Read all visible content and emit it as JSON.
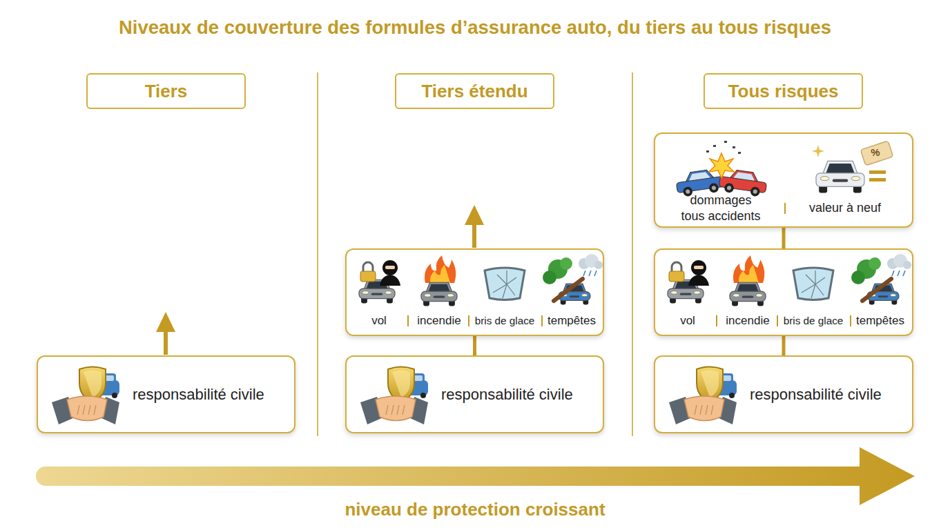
{
  "diagram": {
    "title": "Niveaux de couverture des formules d’assurance auto, du tiers au tous risques",
    "nodes": [
      {
        "text": [
          "Tiers"
        ]
      },
      {
        "text": [
          "responsabilité civile"
        ]
      },
      {
        "text": [
          "Tiers étendu"
        ]
      },
      {
        "text": [
          "vol",
          "incendie",
          "bris de glace",
          "tempêtes"
        ]
      },
      {
        "text": [
          "responsabilité civile"
        ]
      },
      {
        "text": [
          "Tous risques"
        ]
      },
      {
        "text": [
          "dommages tous accidents",
          "valeur à neuf"
        ]
      },
      {
        "text": [
          "vol",
          "incendie",
          "bris de glace",
          "tempêtes"
        ]
      },
      {
        "text": [
          "responsabilité civile"
        ]
      }
    ],
    "edges": [
      {
        "from": 4,
        "to": 3,
        "arrow": "none"
      },
      {
        "from": 8,
        "to": 7,
        "arrow": "none"
      },
      {
        "from": 7,
        "to": 6,
        "arrow": "none"
      }
    ],
    "labels": [
      "niveau de protection croissant",
      "%"
    ]
  }
}
